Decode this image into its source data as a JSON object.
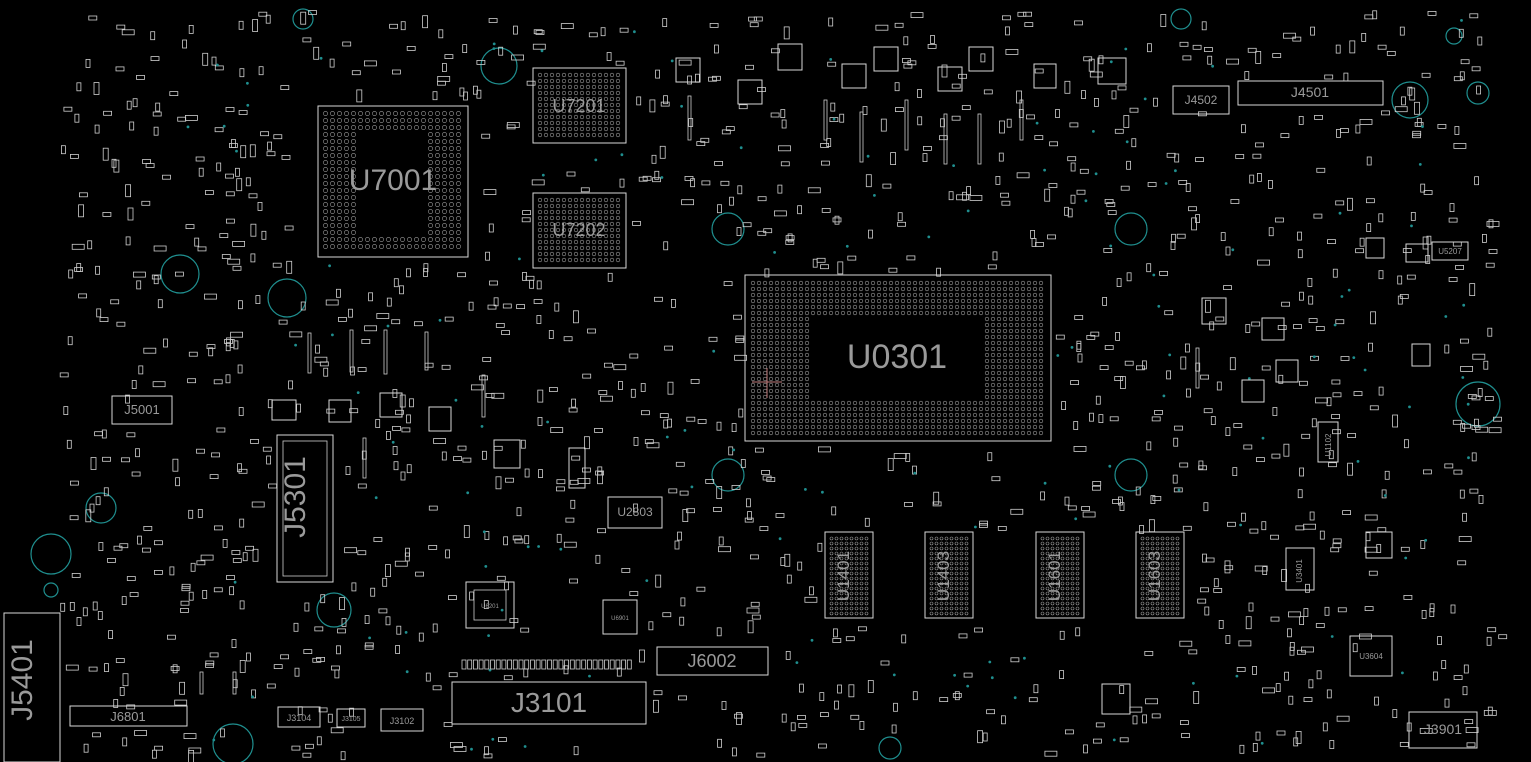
{
  "board": {
    "background": "#000000",
    "outline_color": "#d8d8d8",
    "label_color": "#9a9a9a",
    "hole_color": "#1f8f8f",
    "components": [
      {
        "ref": "U7001",
        "kind": "bga"
      },
      {
        "ref": "U7201",
        "kind": "bga"
      },
      {
        "ref": "U7202",
        "kind": "bga"
      },
      {
        "ref": "U0301",
        "kind": "bga"
      },
      {
        "ref": "J4502",
        "kind": "connector"
      },
      {
        "ref": "J4501",
        "kind": "connector"
      },
      {
        "ref": "J5001",
        "kind": "connector"
      },
      {
        "ref": "J5301",
        "kind": "connector"
      },
      {
        "ref": "U2803",
        "kind": "ic"
      },
      {
        "ref": "U1401",
        "kind": "memory"
      },
      {
        "ref": "U1403",
        "kind": "memory"
      },
      {
        "ref": "U1601",
        "kind": "memory"
      },
      {
        "ref": "U1603",
        "kind": "memory"
      },
      {
        "ref": "J6002",
        "kind": "connector"
      },
      {
        "ref": "J3101",
        "kind": "connector"
      },
      {
        "ref": "J5401",
        "kind": "connector"
      },
      {
        "ref": "J6801",
        "kind": "connector"
      },
      {
        "ref": "J3104",
        "kind": "connector"
      },
      {
        "ref": "J3105",
        "kind": "connector"
      },
      {
        "ref": "J3102",
        "kind": "connector"
      },
      {
        "ref": "J3901",
        "kind": "connector"
      },
      {
        "ref": "U5207",
        "kind": "ic"
      },
      {
        "ref": "U1102",
        "kind": "ic"
      },
      {
        "ref": "U3401",
        "kind": "ic"
      },
      {
        "ref": "U3604",
        "kind": "ic"
      },
      {
        "ref": "U6901",
        "kind": "ic"
      },
      {
        "ref": "U6201",
        "kind": "ic"
      }
    ]
  }
}
